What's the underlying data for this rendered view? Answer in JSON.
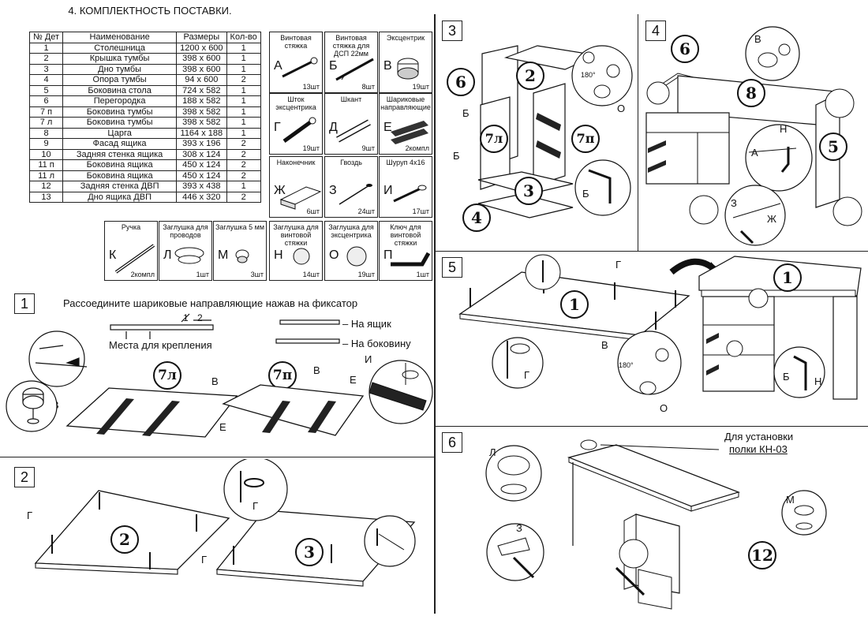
{
  "section_title": "4. КОМПЛЕКТНОСТЬ ПОСТАВКИ.",
  "parts_table": {
    "headers": [
      "№ Дет",
      "Наименование",
      "Размеры",
      "Кол-во"
    ],
    "rows": [
      [
        "1",
        "Столешница",
        "1200 х 600",
        "1"
      ],
      [
        "2",
        "Крышка тумбы",
        "398 х 600",
        "1"
      ],
      [
        "3",
        "Дно тумбы",
        "398 х 600",
        "1"
      ],
      [
        "4",
        "Опора тумбы",
        "94 х 600",
        "2"
      ],
      [
        "5",
        "Боковина стола",
        "724 х 582",
        "1"
      ],
      [
        "6",
        "Перегородка",
        "188 х 582",
        "1"
      ],
      [
        "7 п",
        "Боковина тумбы",
        "398 х 582",
        "1"
      ],
      [
        "7 л",
        "Боковина тумбы",
        "398 х 582",
        "1"
      ],
      [
        "8",
        "Царга",
        "1164 х 188",
        "1"
      ],
      [
        "9",
        "Фасад ящика",
        "393 х 196",
        "2"
      ],
      [
        "10",
        "Задняя стенка ящика",
        "308 х 124",
        "2"
      ],
      [
        "11 п",
        "Боковина ящика",
        "450 х 124",
        "2"
      ],
      [
        "11 л",
        "Боковина ящика",
        "450 х 124",
        "2"
      ],
      [
        "12",
        "Задняя стенка ДВП",
        "393 х 438",
        "1"
      ],
      [
        "13",
        "Дно ящика ДВП",
        "446 х 320",
        "2"
      ]
    ]
  },
  "hardware": [
    {
      "name": "Винтовая стяжка",
      "letter": "А",
      "qty": "13шт",
      "icon": "screw-tie-icon"
    },
    {
      "name": "Винтовая стяжка для ДСП 22мм",
      "letter": "Б",
      "qty": "8шт",
      "icon": "long-screw-icon"
    },
    {
      "name": "Эксцентрик",
      "letter": "В",
      "qty": "19шт",
      "icon": "cam-lock-icon"
    },
    {
      "name": "Шток эксцентрика",
      "letter": "Г",
      "qty": "19шт",
      "icon": "cam-bolt-icon"
    },
    {
      "name": "Шкант",
      "letter": "Д",
      "qty": "9шт",
      "icon": "dowel-icon"
    },
    {
      "name": "Шариковые направляющие",
      "letter": "Е",
      "qty": "2компл",
      "icon": "ball-slide-icon"
    },
    {
      "name": "Наконечник",
      "letter": "Ж",
      "qty": "6шт",
      "icon": "end-cap-icon"
    },
    {
      "name": "Гвоздь",
      "letter": "З",
      "qty": "24шт",
      "icon": "nail-icon"
    },
    {
      "name": "Шуруп 4х16",
      "letter": "И",
      "qty": "17шт",
      "icon": "wood-screw-icon"
    },
    {
      "name": "Ручка",
      "letter": "К",
      "qty": "2компл",
      "icon": "handle-icon"
    },
    {
      "name": "Заглушка для проводов",
      "letter": "Л",
      "qty": "1шт",
      "icon": "cable-grommet-icon"
    },
    {
      "name": "Заглушка 5 мм",
      "letter": "М",
      "qty": "3шт",
      "icon": "plug-icon"
    },
    {
      "name": "Заглушка для винтовой стяжки",
      "letter": "Н",
      "qty": "14шт",
      "icon": "cap-icon"
    },
    {
      "name": "Заглушка для эксцентрика",
      "letter": "О",
      "qty": "19шт",
      "icon": "cam-cap-icon"
    },
    {
      "name": "Ключ для винтовой стяжки",
      "letter": "П",
      "qty": "1шт",
      "icon": "hex-key-icon"
    }
  ],
  "steps": {
    "s1": {
      "num": "1",
      "instruction": "Рассоедините шариковые направляющие нажав на фиксатор",
      "mount_points": "Места для крепления",
      "to_drawer": "– На ящик",
      "to_side": "– На боковину",
      "arrow_1": "1",
      "arrow_2": "2",
      "left_part": "7л",
      "right_part": "7п",
      "labels": {
        "v": "В",
        "e": "Е",
        "i": "И"
      }
    },
    "s2": {
      "num": "2",
      "part_a": "2",
      "part_b": "3",
      "labels": {
        "g": "Г"
      }
    },
    "s3": {
      "num": "3",
      "parts": [
        "6",
        "2",
        "7л",
        "7п",
        "3",
        "4"
      ],
      "labels": {
        "b": "Б",
        "o": "О"
      },
      "angle": "180°"
    },
    "s4": {
      "num": "4",
      "parts": [
        "6",
        "8",
        "5"
      ],
      "labels": {
        "v": "В",
        "n": "Н",
        "a": "А",
        "z": "З",
        "zh": "Ж"
      }
    },
    "s5": {
      "num": "5",
      "parts": [
        "1",
        "1"
      ],
      "labels": {
        "g": "Г",
        "v": "В",
        "o": "О",
        "b": "Б",
        "n": "Н"
      },
      "angle": "180°"
    },
    "s6": {
      "num": "6",
      "parts": [
        "12"
      ],
      "labels": {
        "l": "Л",
        "m": "М",
        "z": "З"
      },
      "shelf_note_1": "Для установки",
      "shelf_note_2": "полки КН-03"
    }
  }
}
